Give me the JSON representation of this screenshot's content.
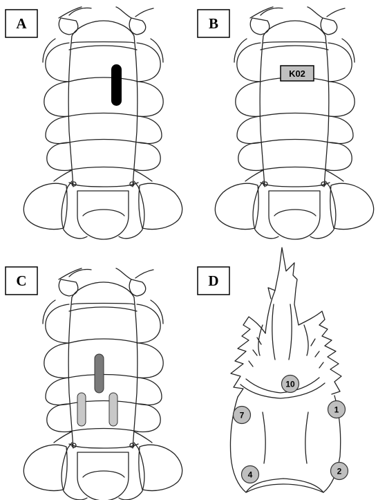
{
  "panels": [
    {
      "id": "A",
      "label": "A"
    },
    {
      "id": "B",
      "label": "B"
    },
    {
      "id": "C",
      "label": "C"
    },
    {
      "id": "D",
      "label": "D"
    }
  ],
  "panel_b": {
    "tag_text": "K02"
  },
  "panel_d": {
    "markers": [
      "10",
      "1",
      "7",
      "4",
      "2"
    ]
  },
  "colors": {
    "mark_black": "#000000",
    "mark_dark_grey": "#7a7a7a",
    "mark_light_grey": "#c8c8c8",
    "tag_fill": "#c0c0c0",
    "marker_fill": "#bfbfbf",
    "line": "#222222"
  }
}
